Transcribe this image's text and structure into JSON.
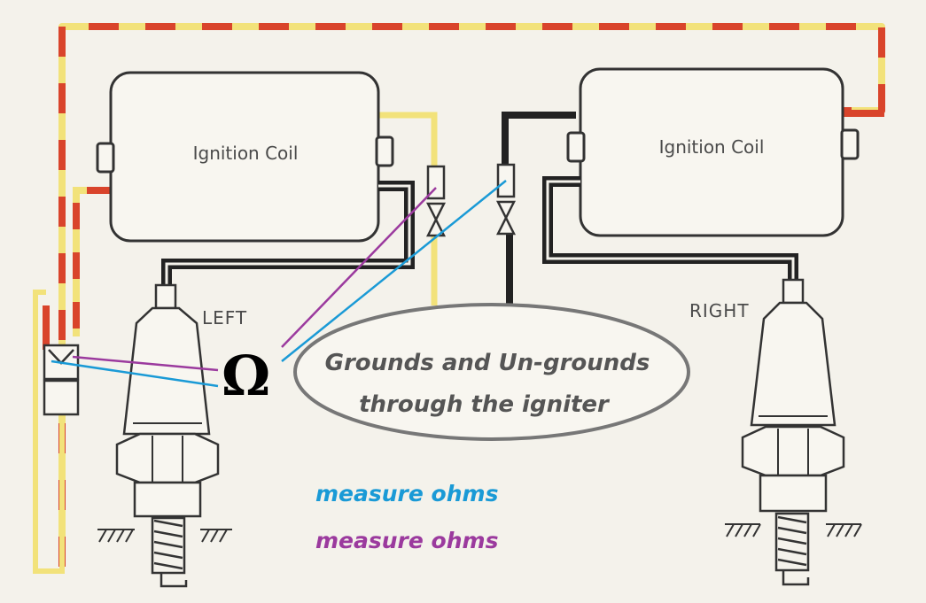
{
  "diagram": {
    "coil_left_label": "Ignition Coil",
    "coil_right_label": "Ignition Coil",
    "side_left_label": "LEFT",
    "side_right_label": "RIGHT",
    "meter_symbol": "Ω",
    "note_line1": "Grounds and Un-grounds",
    "note_line2": "through the igniter",
    "legend_blue": "measure ohms",
    "legend_purple": "measure ohms"
  },
  "colors": {
    "blue_probe": "#1a9ad6",
    "purple_probe": "#9b3a9e",
    "red_wire": "#d9442b",
    "yellow_wire": "#f2e27a",
    "black_wire": "#222222"
  }
}
